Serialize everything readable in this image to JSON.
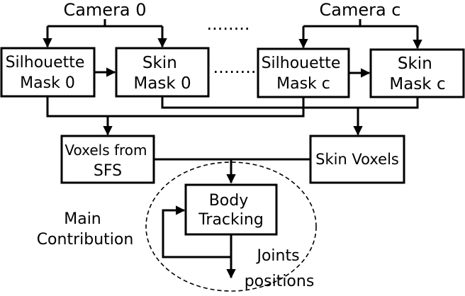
{
  "cameras": {
    "first": "Camera 0",
    "last": "Camera c"
  },
  "ellipsis": "........",
  "nodes": {
    "silhouette_0": [
      "Silhouette",
      "Mask 0"
    ],
    "skin_0": [
      "Skin",
      "Mask 0"
    ],
    "silhouette_c": [
      "Silhouette",
      "Mask c"
    ],
    "skin_c": [
      "Skin",
      "Mask c"
    ],
    "voxels_sfs": [
      "Voxels from",
      "SFS"
    ],
    "skin_voxels": "Skin Voxels",
    "body_tracking": [
      "Body",
      "Tracking"
    ]
  },
  "annotations": {
    "main_contribution": [
      "Main",
      "Contribution"
    ],
    "joints_positions": [
      "Joints",
      "positions"
    ]
  }
}
